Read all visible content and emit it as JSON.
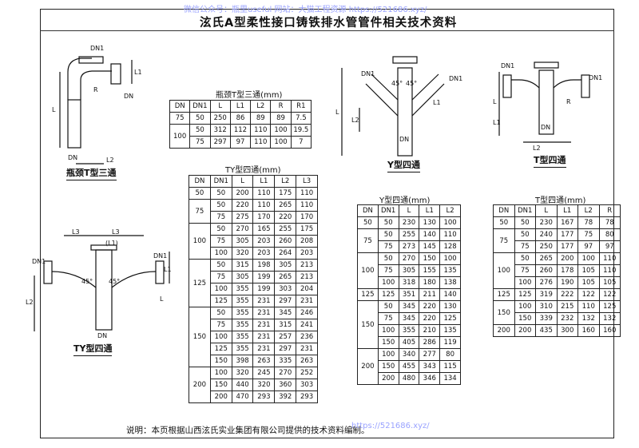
{
  "watermark": "微信公众号：瓶里useful  网站：大猫工程资源 https://521686.xyz/",
  "watermark_bottom": "https://521686.xyz/",
  "title": "泫氏A型柔性接口铸铁排水管管件相关技术资料",
  "drawings": {
    "neck_tee": {
      "caption": "瓶颈T型三通",
      "labels": {
        "dn1": "DN1",
        "dn": "DN",
        "dn_b": "DN",
        "l": "L",
        "l1": "L1",
        "l2": "L2",
        "r": "R"
      }
    },
    "y_cross": {
      "caption": "Y型四通",
      "labels": {
        "dn1a": "DN1",
        "dn1b": "DN1",
        "dn": "DN",
        "l": "L",
        "l1": "L1",
        "l2": "L2",
        "ang1": "45°",
        "ang2": "45°"
      }
    },
    "t_cross": {
      "caption": "T型四通",
      "labels": {
        "dn1": "DN1",
        "dn1b": "DN1",
        "dn": "DN",
        "l": "L",
        "l1": "L1",
        "l2": "L2",
        "r": "R"
      }
    },
    "ty_cross": {
      "caption": "TY型四通",
      "labels": {
        "l3a": "L3",
        "l3b": "L3",
        "l1p": "(L1)",
        "dn1a": "DN1",
        "dn1b": "DN1",
        "dn": "DN",
        "l": "L",
        "l1": "L1",
        "l2": "L2",
        "ang1": "45°",
        "ang2": "45°"
      }
    }
  },
  "tables": {
    "neck_tee": {
      "title": "瓶颈T型三通(mm)",
      "headers": [
        "DN",
        "DN1",
        "L",
        "L1",
        "L2",
        "R",
        "R1"
      ],
      "rows": [
        [
          "75",
          "50",
          "250",
          "86",
          "89",
          "89",
          "7.5"
        ],
        [
          "100",
          "50",
          "312",
          "112",
          "110",
          "100",
          "19.5"
        ],
        [
          "",
          "75",
          "297",
          "97",
          "110",
          "100",
          "7"
        ]
      ]
    },
    "ty_cross": {
      "title": "TY型四通(mm)",
      "headers": [
        "DN",
        "DN1",
        "L",
        "L1",
        "L2",
        "L3"
      ],
      "rows": [
        [
          "50",
          "50",
          "200",
          "110",
          "175",
          "110"
        ],
        [
          "75",
          "50",
          "220",
          "110",
          "265",
          "110"
        ],
        [
          "",
          "75",
          "275",
          "170",
          "220",
          "170"
        ],
        [
          "100",
          "50",
          "270",
          "165",
          "255",
          "175"
        ],
        [
          "",
          "75",
          "305",
          "203",
          "260",
          "208"
        ],
        [
          "",
          "100",
          "320",
          "203",
          "264",
          "203"
        ],
        [
          "125",
          "50",
          "315",
          "198",
          "305",
          "213"
        ],
        [
          "",
          "75",
          "305",
          "199",
          "265",
          "213"
        ],
        [
          "",
          "100",
          "355",
          "199",
          "303",
          "204"
        ],
        [
          "",
          "125",
          "355",
          "231",
          "297",
          "231"
        ],
        [
          "150",
          "50",
          "355",
          "231",
          "345",
          "246"
        ],
        [
          "",
          "75",
          "355",
          "231",
          "315",
          "241"
        ],
        [
          "",
          "100",
          "355",
          "231",
          "257",
          "236"
        ],
        [
          "",
          "125",
          "355",
          "231",
          "297",
          "231"
        ],
        [
          "",
          "150",
          "398",
          "263",
          "335",
          "263"
        ],
        [
          "200",
          "100",
          "320",
          "245",
          "270",
          "252"
        ],
        [
          "",
          "150",
          "440",
          "320",
          "360",
          "303"
        ],
        [
          "",
          "200",
          "470",
          "293",
          "392",
          "293"
        ]
      ]
    },
    "y_cross": {
      "title": "Y型四通(mm)",
      "headers": [
        "DN",
        "DN1",
        "L",
        "L1",
        "L2"
      ],
      "rows": [
        [
          "50",
          "50",
          "230",
          "130",
          "100"
        ],
        [
          "75",
          "50",
          "255",
          "140",
          "110"
        ],
        [
          "",
          "75",
          "273",
          "145",
          "128"
        ],
        [
          "100",
          "50",
          "270",
          "150",
          "100"
        ],
        [
          "",
          "75",
          "305",
          "155",
          "135"
        ],
        [
          "",
          "100",
          "318",
          "180",
          "138"
        ],
        [
          "125",
          "125",
          "351",
          "211",
          "140"
        ],
        [
          "150",
          "50",
          "345",
          "220",
          "130"
        ],
        [
          "",
          "75",
          "345",
          "220",
          "125"
        ],
        [
          "",
          "100",
          "355",
          "210",
          "135"
        ],
        [
          "",
          "150",
          "405",
          "286",
          "119"
        ],
        [
          "200",
          "100",
          "340",
          "277",
          "80"
        ],
        [
          "",
          "150",
          "455",
          "343",
          "115"
        ],
        [
          "",
          "200",
          "480",
          "346",
          "134"
        ]
      ]
    },
    "t_cross": {
      "title": "T型四通(mm)",
      "headers": [
        "DN",
        "DN1",
        "L",
        "L1",
        "L2",
        "R"
      ],
      "rows": [
        [
          "50",
          "50",
          "230",
          "167",
          "78",
          "78"
        ],
        [
          "75",
          "50",
          "240",
          "177",
          "75",
          "80"
        ],
        [
          "",
          "75",
          "250",
          "177",
          "97",
          "97"
        ],
        [
          "100",
          "50",
          "265",
          "200",
          "100",
          "110"
        ],
        [
          "",
          "75",
          "260",
          "178",
          "105",
          "110"
        ],
        [
          "",
          "100",
          "276",
          "190",
          "105",
          "105"
        ],
        [
          "125",
          "125",
          "319",
          "222",
          "122",
          "122"
        ],
        [
          "150",
          "100",
          "310",
          "215",
          "110",
          "125"
        ],
        [
          "",
          "150",
          "339",
          "232",
          "132",
          "132"
        ],
        [
          "200",
          "200",
          "435",
          "300",
          "160",
          "160"
        ]
      ]
    }
  },
  "note": "说明：本页根据山西泫氏实业集团有限公司提供的技术资料编制。"
}
